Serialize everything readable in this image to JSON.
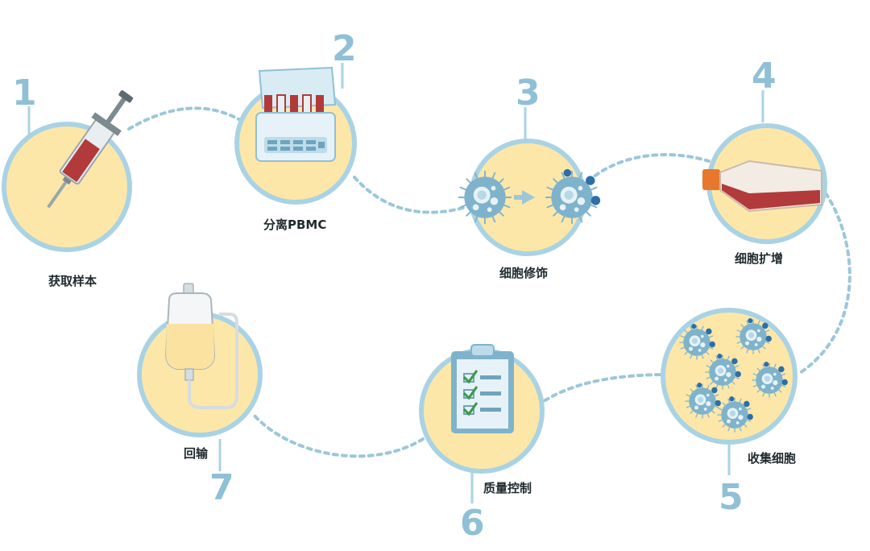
{
  "steps": [
    {
      "number": "1",
      "label": "获取样本"
    },
    {
      "number": "2",
      "label": "分离PBMC"
    },
    {
      "number": "3",
      "label": "细胞修饰"
    },
    {
      "number": "4",
      "label": "细胞扩增"
    },
    {
      "number": "5",
      "label": "收集细胞"
    },
    {
      "number": "6",
      "label": "质量控制"
    },
    {
      "number": "7",
      "label": "回输"
    }
  ],
  "colors": {
    "circle_fill": "#fde7a8",
    "circle_stroke": "#a9d3e4",
    "path": "#9cc7d9",
    "number": "#8fc0d6",
    "cell": "#7fb3cb",
    "receptor": "#2d6ea8",
    "blood": "#b33a3a"
  },
  "icons": [
    "syringe-icon",
    "centrifuge-icon",
    "cell-modification-icon",
    "culture-flask-icon",
    "cell-cluster-icon",
    "clipboard-checklist-icon",
    "infusion-bag-icon"
  ]
}
